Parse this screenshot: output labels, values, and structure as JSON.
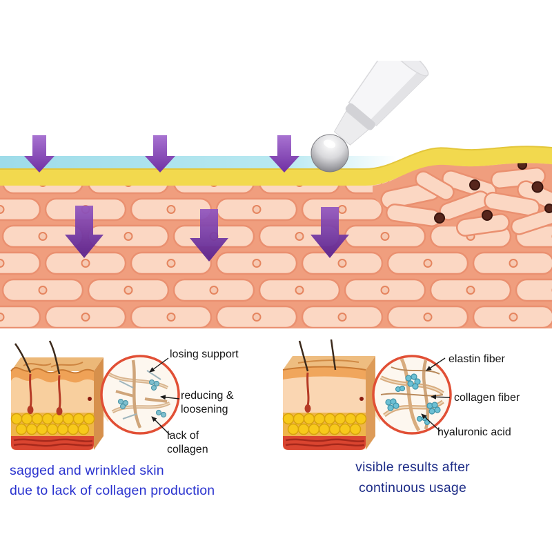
{
  "illustration": {
    "description": "skin cross-section with massaging roller device and purple penetration arrows"
  },
  "before_panel": {
    "labels": [
      {
        "text": "losing support"
      },
      {
        "text": "reducing & loosening"
      },
      {
        "text": "lack of collagen"
      }
    ],
    "caption": [
      "sagged and wrinkled skin",
      "due to lack of collagen production"
    ],
    "caption_color": "#2a33cf"
  },
  "after_panel": {
    "labels": [
      {
        "text": "elastin fiber"
      },
      {
        "text": "collagen fiber"
      },
      {
        "text": "hyaluronic acid"
      }
    ],
    "caption": [
      "visible results after",
      "continuous usage"
    ],
    "caption_color": "#1d2c87"
  },
  "colors": {
    "arrow_purple": "#7233a3",
    "epidermis_yellow": "#f2d94e",
    "surface_cyan": "#9edce9",
    "cell_fill": "#fbd7c3",
    "cell_outline": "#ea9070",
    "dermis_background": "#f09e7e",
    "magnifier_ring": "#e14f35",
    "hyaluronic_teal": "#6cc0d4",
    "fiber_tan": "#d8ac7e"
  }
}
